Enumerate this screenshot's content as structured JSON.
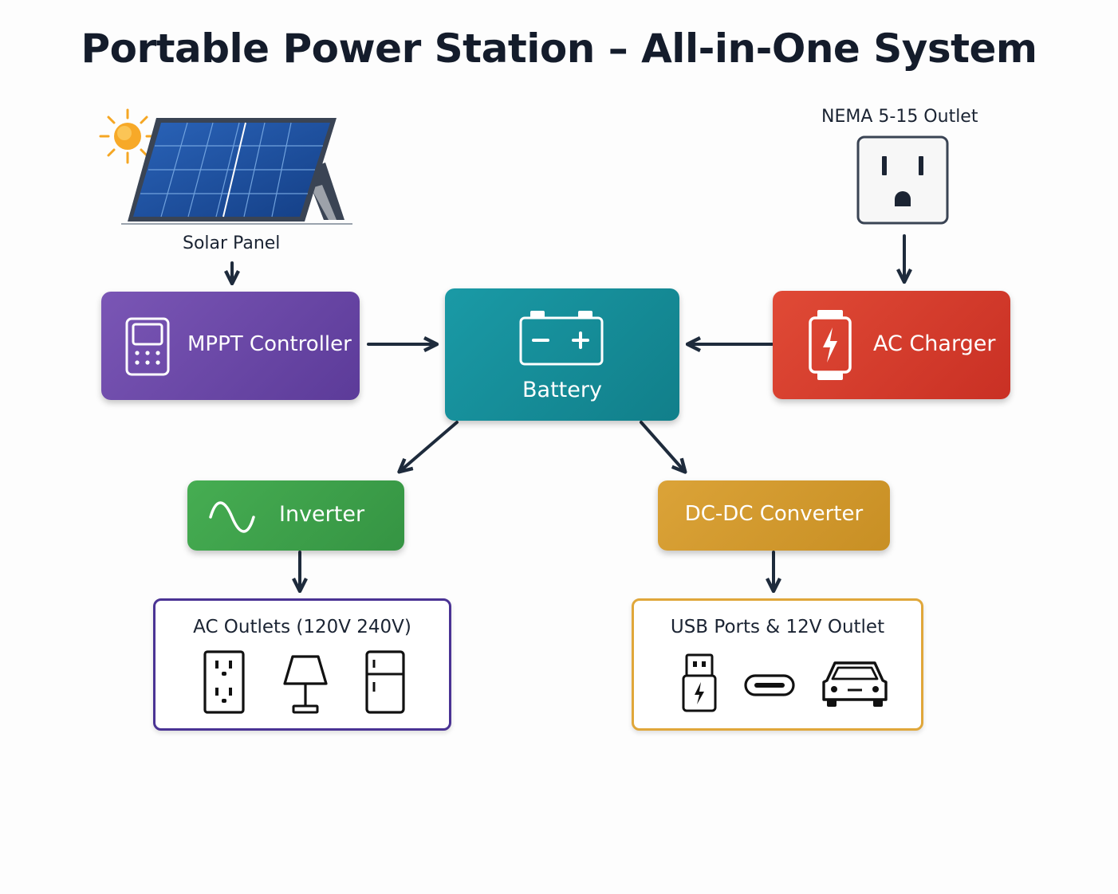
{
  "title": "Portable Power Station – All-in-One System",
  "sources": {
    "solar_panel_label": "Solar Panel",
    "outlet_label": "NEMA 5-15 Outlet"
  },
  "nodes": {
    "mppt": {
      "label": "MPPT Controller",
      "color": "#6a46a8"
    },
    "battery": {
      "label": "Battery",
      "color": "#178f9a"
    },
    "ac_charger": {
      "label": "AC Charger",
      "color": "#d63b2c"
    },
    "inverter": {
      "label": "Inverter",
      "color": "#3fa24c"
    },
    "dcdc": {
      "label": "DC-DC Converter",
      "color": "#d39b2c"
    }
  },
  "outputs": {
    "ac": {
      "label": "AC Outlets (120V  240V)",
      "icons": [
        "wall-outlet-icon",
        "lamp-icon",
        "refrigerator-icon"
      ]
    },
    "dc": {
      "label": "USB Ports & 12V Outlet",
      "icons": [
        "usb-icon",
        "usb-c-icon",
        "car-icon"
      ]
    }
  },
  "colors": {
    "arrow": "#1e2b3c",
    "ac_box_border": "#4a3394",
    "dc_box_border": "#e0a73a",
    "solar_blue": "#1d4f9c",
    "sun": "#f5a623"
  }
}
